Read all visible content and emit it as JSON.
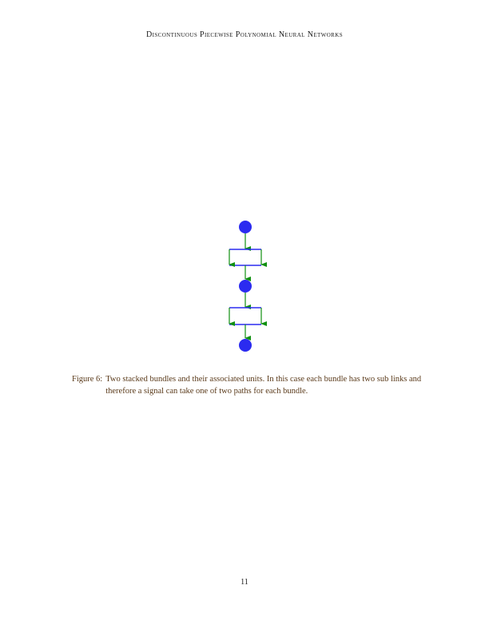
{
  "header": {
    "running_title": "Discontinuous Piecewise Polynomial Neural Networks"
  },
  "figure": {
    "label": "Figure 6:",
    "caption": "Two stacked bundles and their associated units. In this case each bundle has two sub links and therefore a signal can take one of two paths for each bundle.",
    "colors": {
      "unit": "#2b2bf0",
      "bundle": "#2b2bf0",
      "arrow": "#109010"
    }
  },
  "footer": {
    "page_number": "11"
  }
}
